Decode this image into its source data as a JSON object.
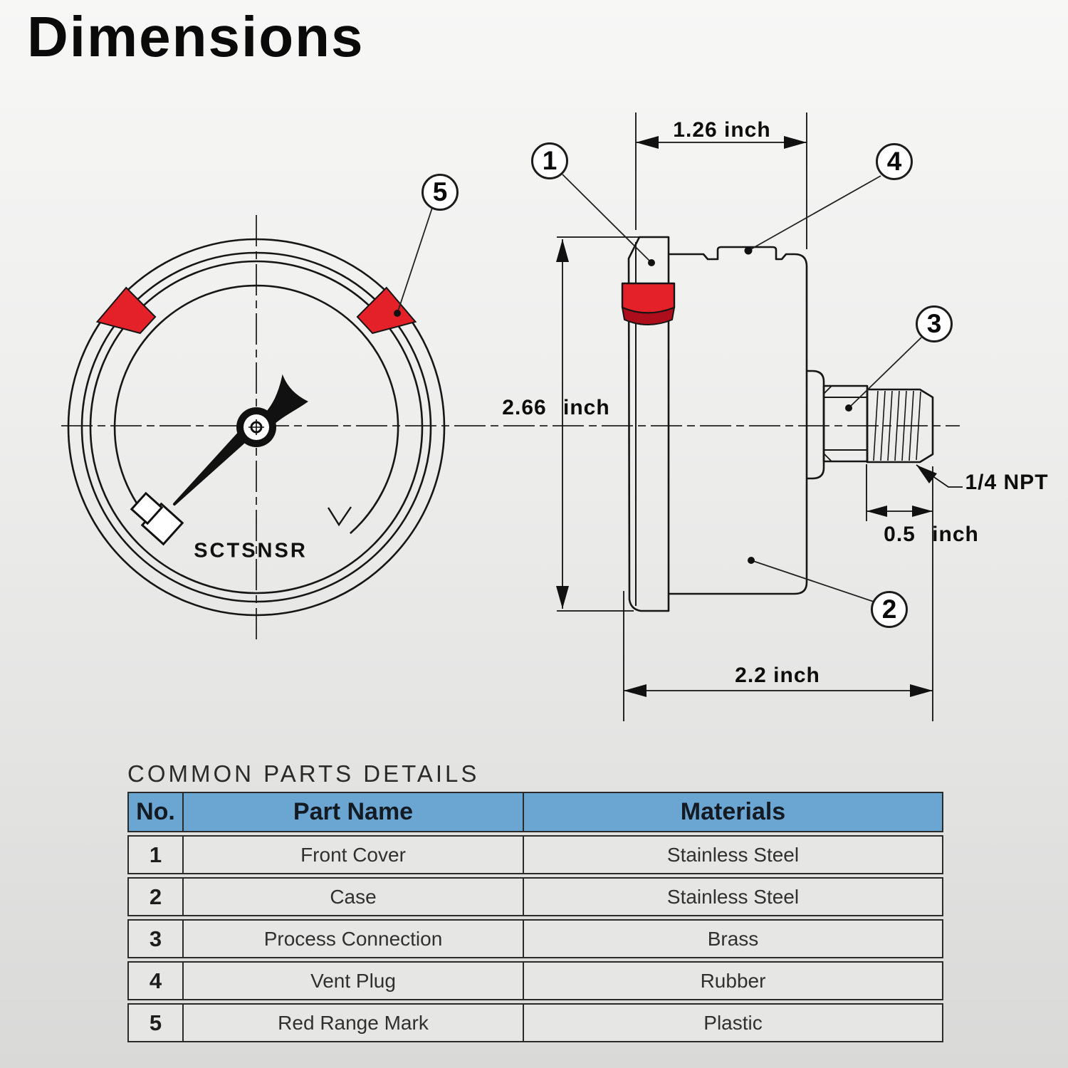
{
  "page": {
    "title": "Dimensions"
  },
  "front_view": {
    "brand": "SCTSNSR"
  },
  "dims": {
    "width_top": "1.26 inch",
    "height": "2.66 inch",
    "depth": "2.2 inch",
    "thread_length": "0.5 inch",
    "thread_spec": "1/4 NPT"
  },
  "callouts": {
    "front_cover": "1",
    "case": "2",
    "process_connection": "3",
    "vent_plug": "4",
    "red_range_mark": "5"
  },
  "table": {
    "title": "COMMON PARTS DETAILS",
    "headers": [
      "No.",
      "Part Name",
      "Materials"
    ],
    "rows": [
      [
        "1",
        "Front Cover",
        "Stainless Steel"
      ],
      [
        "2",
        "Case",
        "Stainless Steel"
      ],
      [
        "3",
        "Process Connection",
        "Brass"
      ],
      [
        "4",
        "Vent Plug",
        "Rubber"
      ],
      [
        "5",
        "Red Range Mark",
        "Plastic"
      ]
    ]
  },
  "colors": {
    "accent_red": "#e42028",
    "accent_red_dark": "#ae0e1b",
    "header_blue": "#6ba5d2",
    "line_color": "#2b2b2b"
  }
}
